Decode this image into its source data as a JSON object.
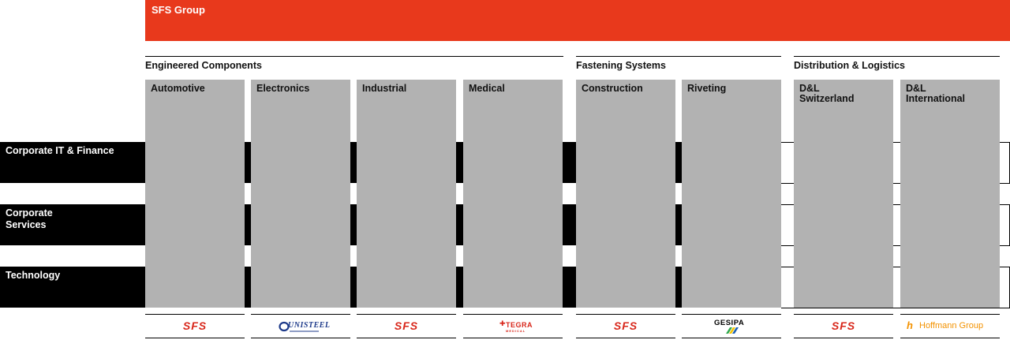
{
  "header": {
    "title": "SFS Group",
    "color": "#e8391c"
  },
  "divisions": [
    {
      "label": "Engineered Components"
    },
    {
      "label": "Fastening Systems"
    },
    {
      "label": "Distribution & Logistics"
    }
  ],
  "functions": [
    {
      "label": "Corporate IT & Finance"
    },
    {
      "label": "Corporate Services"
    },
    {
      "label": "Technology"
    }
  ],
  "units": [
    {
      "label": "Automotive",
      "brand": "SFS"
    },
    {
      "label": "Electronics",
      "brand": "UNISTEEL"
    },
    {
      "label": "Industrial",
      "brand": "SFS"
    },
    {
      "label": "Medical",
      "brand": "TEGRA"
    },
    {
      "label": "Construction",
      "brand": "SFS"
    },
    {
      "label": "Riveting",
      "brand": "GESIPA"
    },
    {
      "label": "D&L Switzerland",
      "brand": "SFS"
    },
    {
      "label": "D&L International",
      "brand": "Hoffmann Group"
    }
  ],
  "brands": {
    "tegra_sub": "MEDICAL",
    "hoffmann_mark": "h"
  },
  "colors": {
    "sfs_red": "#d8261a",
    "column_gray": "#b2b2b2",
    "hoffmann_orange": "#f39200",
    "unisteel_blue": "#1d3a8a"
  }
}
